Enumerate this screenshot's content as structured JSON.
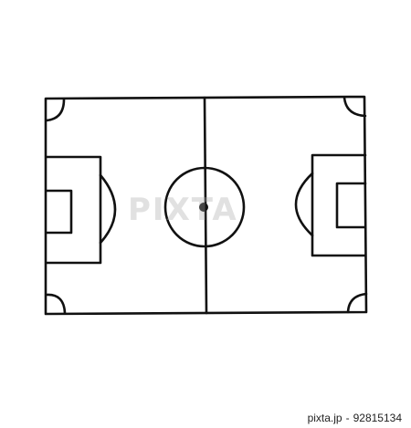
{
  "image": {
    "subject": "soccer-field-line-drawing",
    "line_color": "#111111",
    "background_color": "#ffffff"
  },
  "watermark": {
    "text": "PIXTA"
  },
  "credit": {
    "site": "pixta.jp",
    "separator": "-",
    "id": "92815134"
  }
}
